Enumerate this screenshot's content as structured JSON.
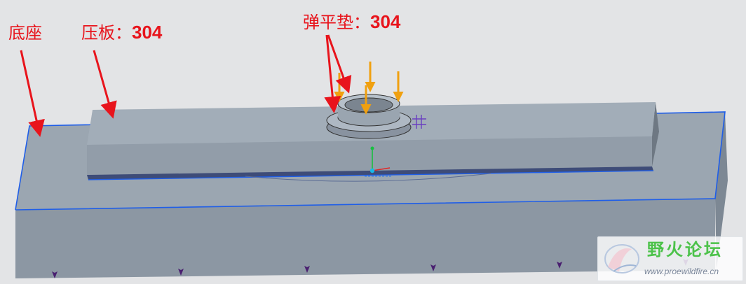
{
  "labels": {
    "base": {
      "name": "底座",
      "number": ""
    },
    "plate": {
      "name": "压板：",
      "number": "304"
    },
    "washer": {
      "name": "弹平垫：",
      "number": "304"
    }
  },
  "watermark": {
    "title": "野火论坛",
    "url": "www.proewildfire.cn"
  },
  "colors": {
    "background": "#e3e4e6",
    "model_face": "#95a0ab",
    "edge_highlight": "#1f5ee8",
    "callout": "#e8141c",
    "load_arrow": "#f0a010",
    "constraint": "#4a2070"
  },
  "icons": [
    "load-arrow-icon",
    "constraint-marker-icon",
    "coordinate-csys-icon",
    "watermark-logo-icon"
  ]
}
